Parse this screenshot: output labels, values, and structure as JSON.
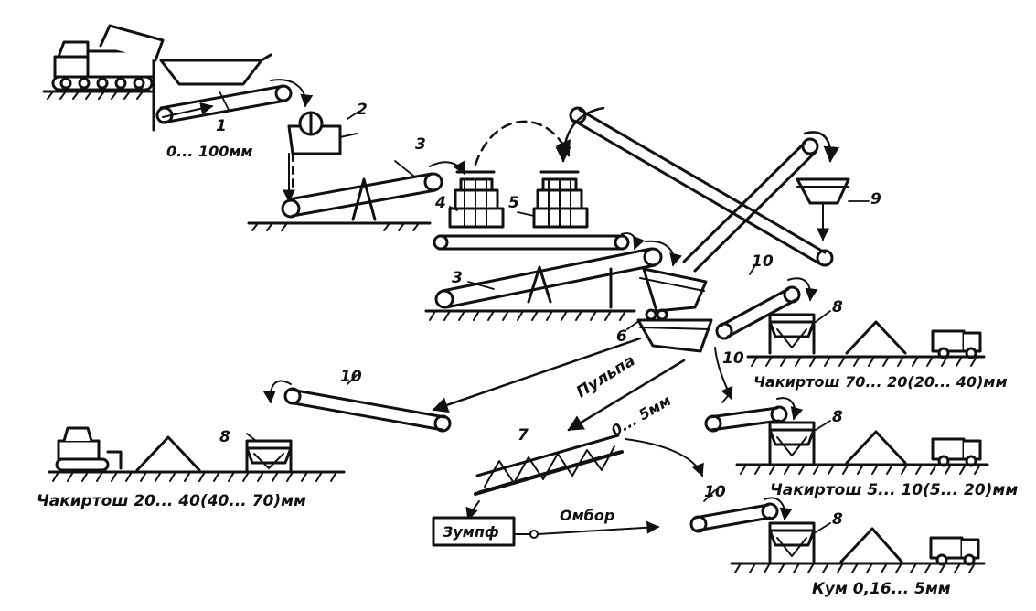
{
  "callouts": {
    "n1": "1",
    "n2": "2",
    "n3a": "3",
    "n3b": "3",
    "n4": "4",
    "n5": "5",
    "n6": "6",
    "n7": "7",
    "n8a": "8",
    "n8b": "8",
    "n8c": "8",
    "n8d": "8",
    "n9": "9",
    "n10a": "10",
    "n10b": "10",
    "n10c": "10",
    "n10d": "10"
  },
  "captions": {
    "input_size": "0... 100мм",
    "product_left": "Чакиртош 20... 40(40... 70)мм",
    "product_r1": "Чакиртош 70... 20(20... 40)мм",
    "product_r2": "Чакиртош 5... 10(5... 20)мм",
    "product_r3": "Кум 0,16... 5мм",
    "pulp": "Пульпа",
    "pulp_size": "0... 5мм",
    "sump": "Зумпф",
    "storage": "Омбор"
  }
}
